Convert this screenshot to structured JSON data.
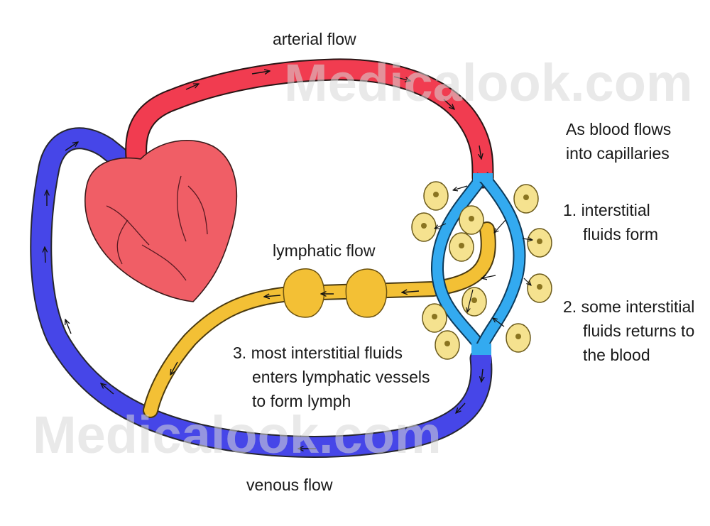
{
  "watermark": "Medicalook.com",
  "labels": {
    "arterial_flow": "arterial flow",
    "venous_flow": "venous flow",
    "lymphatic_flow": "lymphatic flow",
    "intro_line1": "As blood flows",
    "intro_line2": "into capillaries",
    "step1_line1": "1. interstitial",
    "step1_line2": "fluids form",
    "step2_line1": "2. some interstitial",
    "step2_line2": "fluids returns to",
    "step2_line3": "the blood",
    "step3_line1": "3. most interstitial fluids",
    "step3_line2": "enters lymphatic vessels",
    "step3_line3": "to form lymph"
  },
  "colors": {
    "arterial": "#f13c50",
    "venous": "#4646e8",
    "capillary": "#33aaf0",
    "lymphatic": "#f3c035",
    "heart": "#f05e66",
    "cell": "#f5e28f",
    "nucleus": "#8a7420"
  }
}
